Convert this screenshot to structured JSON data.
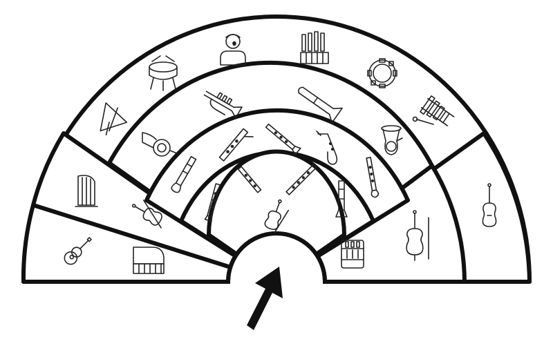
{
  "diagram": {
    "sections": [
      "outer-ring-percussion-keys",
      "third-ring-brass",
      "second-ring-woodwinds",
      "inner-ring-woodwinds",
      "center-strings",
      "left-upper-wedge",
      "left-lower-wedge",
      "right-wedge-strings",
      "right-outer-wedge"
    ],
    "colors": {
      "line": "#111111",
      "fill": "#ffffff",
      "icon": "#222222"
    },
    "icons": [
      "triangle-icon",
      "timpani-icon",
      "vocalist-icon",
      "organ-icon",
      "tambourine-icon",
      "xylophone-icon",
      "french-horn-icon",
      "trumpet-icon",
      "trombone-icon",
      "tuba-icon",
      "bass-clarinet-icon",
      "saxophone-icon",
      "bassoon-icon",
      "clarinet-icon",
      "flute-icon",
      "oboe-icon",
      "recorder-icon",
      "piccolo-icon",
      "english-horn-icon",
      "violin-icon",
      "harp-icon",
      "guitar-icon",
      "piano-icon",
      "accordion-icon",
      "cello-icon",
      "double-bass-icon",
      "conductor-arrow-icon"
    ]
  }
}
